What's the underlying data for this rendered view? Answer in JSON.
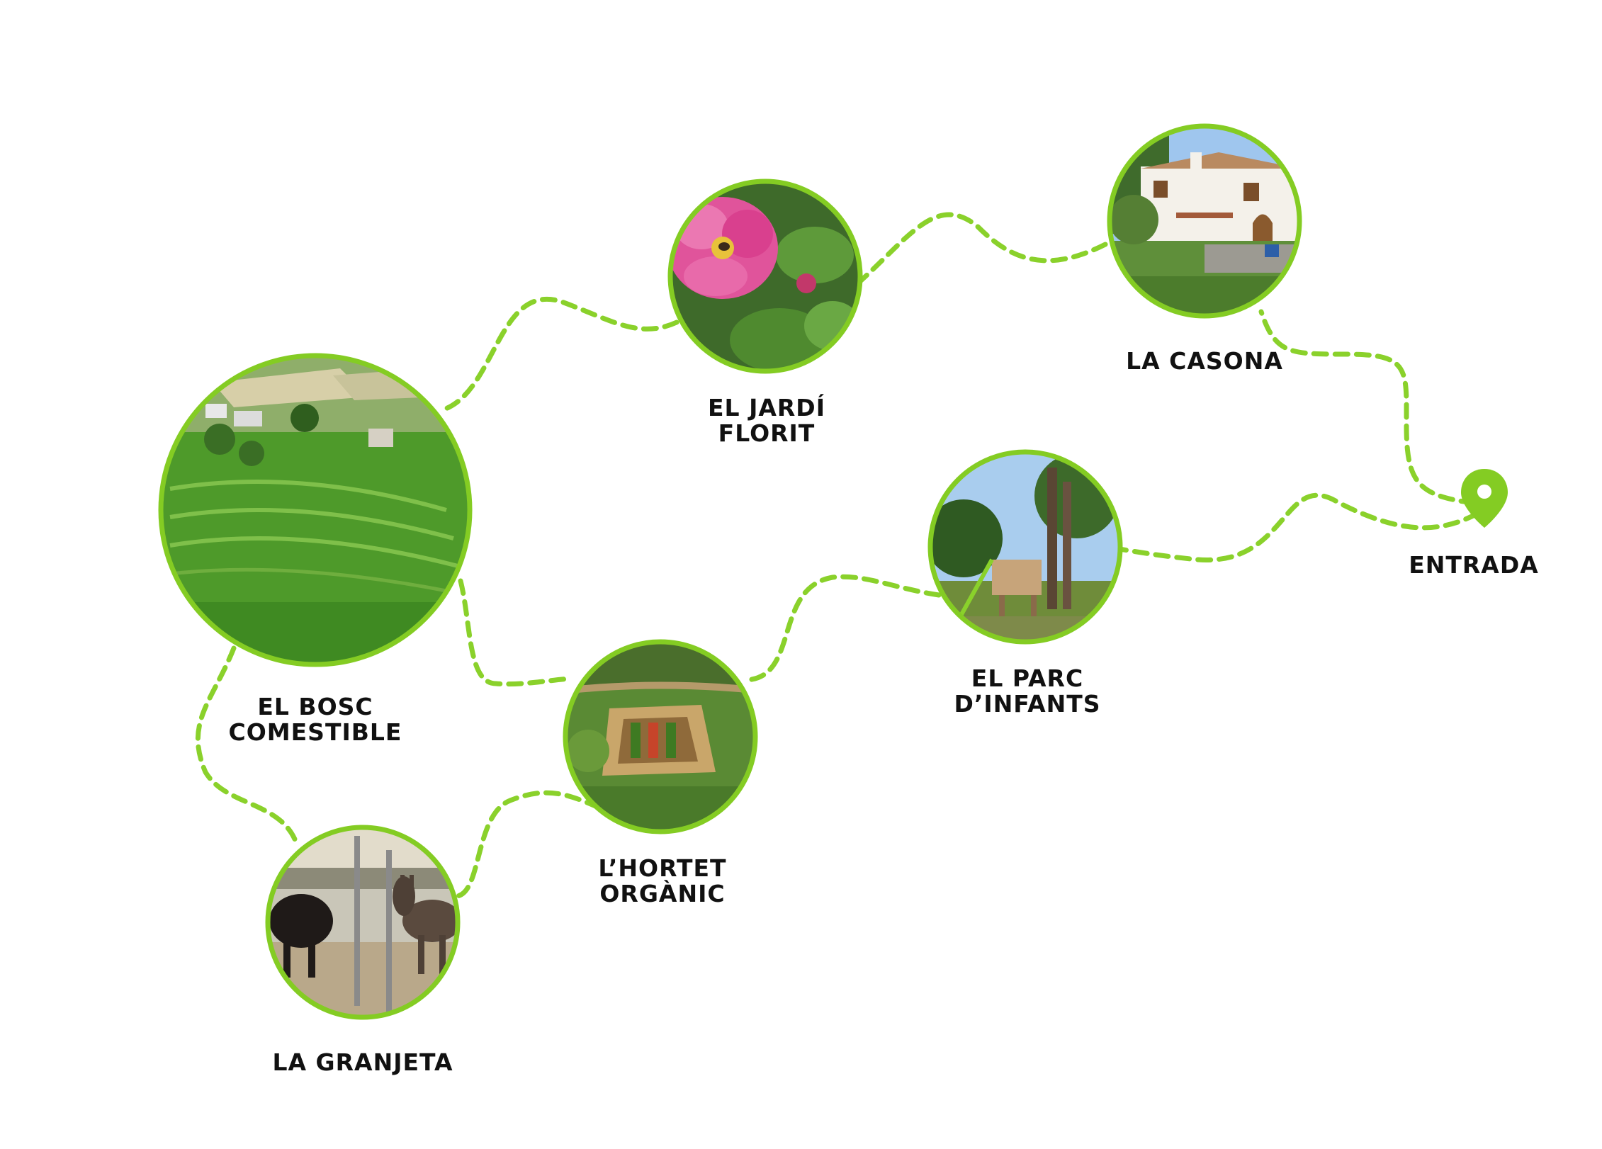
{
  "colors": {
    "route": "#8ad12b",
    "ring": "#84cc23",
    "text": "#111111",
    "grass": "#4e9a2a",
    "grass_light": "#7fc04a",
    "sky": "#cfe2f3",
    "rose": "#e0549b",
    "house": "#f4f1ea",
    "soil": "#b59a6a"
  },
  "stops": [
    {
      "id": "casona",
      "lines": [
        "LA CASONA"
      ],
      "icon": "house-photo"
    },
    {
      "id": "jardi",
      "lines": [
        "EL JARDÍ",
        "FLORIT"
      ],
      "icon": "rose-photo"
    },
    {
      "id": "bosc",
      "lines": [
        "EL BOSC",
        "COMESTIBLE"
      ],
      "icon": "terraced-field-photo"
    },
    {
      "id": "parc",
      "lines": [
        "EL PARC",
        "D’INFANTS"
      ],
      "icon": "playground-photo"
    },
    {
      "id": "hortet",
      "lines": [
        "L’HORTET",
        "ORGÀNIC"
      ],
      "icon": "vegetable-garden-photo"
    },
    {
      "id": "granjeta",
      "lines": [
        "LA GRANJETA"
      ],
      "icon": "donkeys-photo"
    }
  ],
  "entrance": {
    "label": "ENTRADA",
    "icon": "map-pin-icon"
  }
}
